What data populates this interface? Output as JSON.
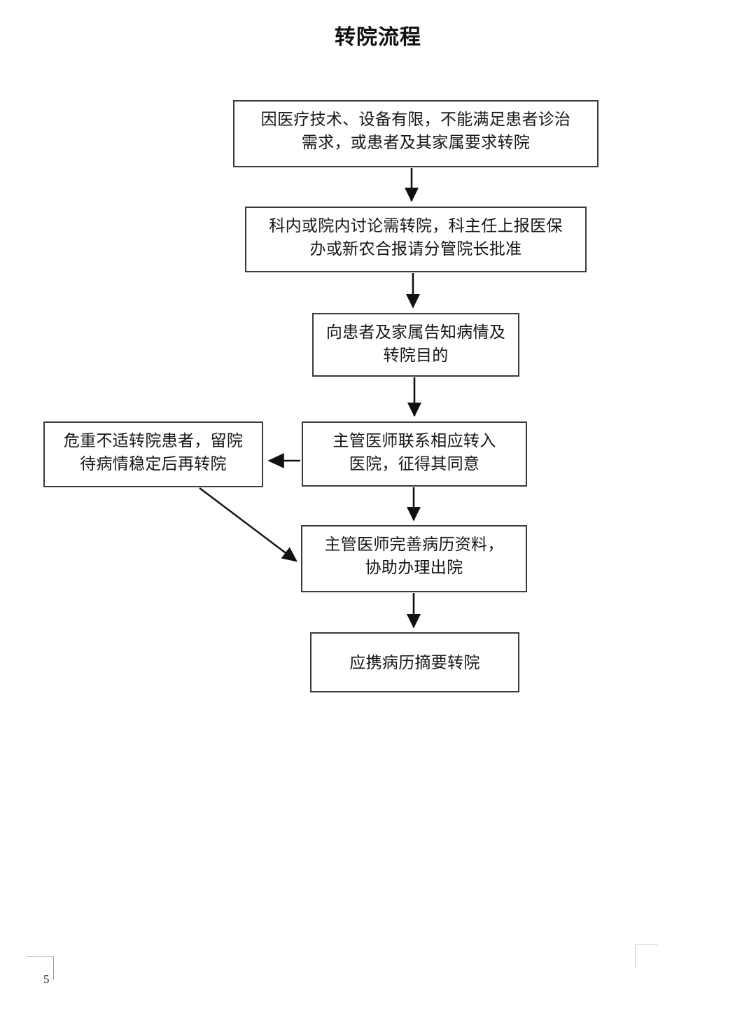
{
  "document": {
    "title": "转院流程",
    "page_number": "5"
  },
  "flowchart": {
    "type": "flowchart",
    "orientation": "top-to-bottom",
    "nodes": [
      {
        "id": "reason",
        "label": "因医疗技术、设备有限，不能满足患者诊治\n需求，或患者及其家属要求转院",
        "shape": "rectangle"
      },
      {
        "id": "discussion",
        "label": "科内或院内讨论需转院，科主任上报医保\n办或新农合报请分管院长批准",
        "shape": "rectangle"
      },
      {
        "id": "inform",
        "label": "向患者及家属告知病情及\n转院目的",
        "shape": "rectangle"
      },
      {
        "id": "contact",
        "label": "主管医师联系相应转入\n医院，征得其同意",
        "shape": "rectangle"
      },
      {
        "id": "critical",
        "label": "危重不适转院患者，留院\n待病情稳定后再转院",
        "shape": "rectangle"
      },
      {
        "id": "records",
        "label": "主管医师完善病历资料，\n协助办理出院",
        "shape": "rectangle"
      },
      {
        "id": "carry",
        "label": "应携病历摘要转院",
        "shape": "rectangle"
      }
    ],
    "edges": [
      {
        "from": "reason",
        "to": "discussion",
        "style": "straight-down",
        "label": ""
      },
      {
        "from": "discussion",
        "to": "inform",
        "style": "straight-down",
        "label": ""
      },
      {
        "from": "inform",
        "to": "contact",
        "style": "straight-down",
        "label": ""
      },
      {
        "from": "contact",
        "to": "critical",
        "style": "horizontal-left",
        "label": ""
      },
      {
        "from": "contact",
        "to": "records",
        "style": "straight-down",
        "label": ""
      },
      {
        "from": "critical",
        "to": "records",
        "style": "diagonal",
        "label": ""
      },
      {
        "from": "records",
        "to": "carry",
        "style": "straight-down",
        "label": ""
      }
    ]
  },
  "style": {
    "border_color": "#3b3b3b",
    "arrow_color": "#111111",
    "background": "#ffffff",
    "text_color": "#161616"
  }
}
